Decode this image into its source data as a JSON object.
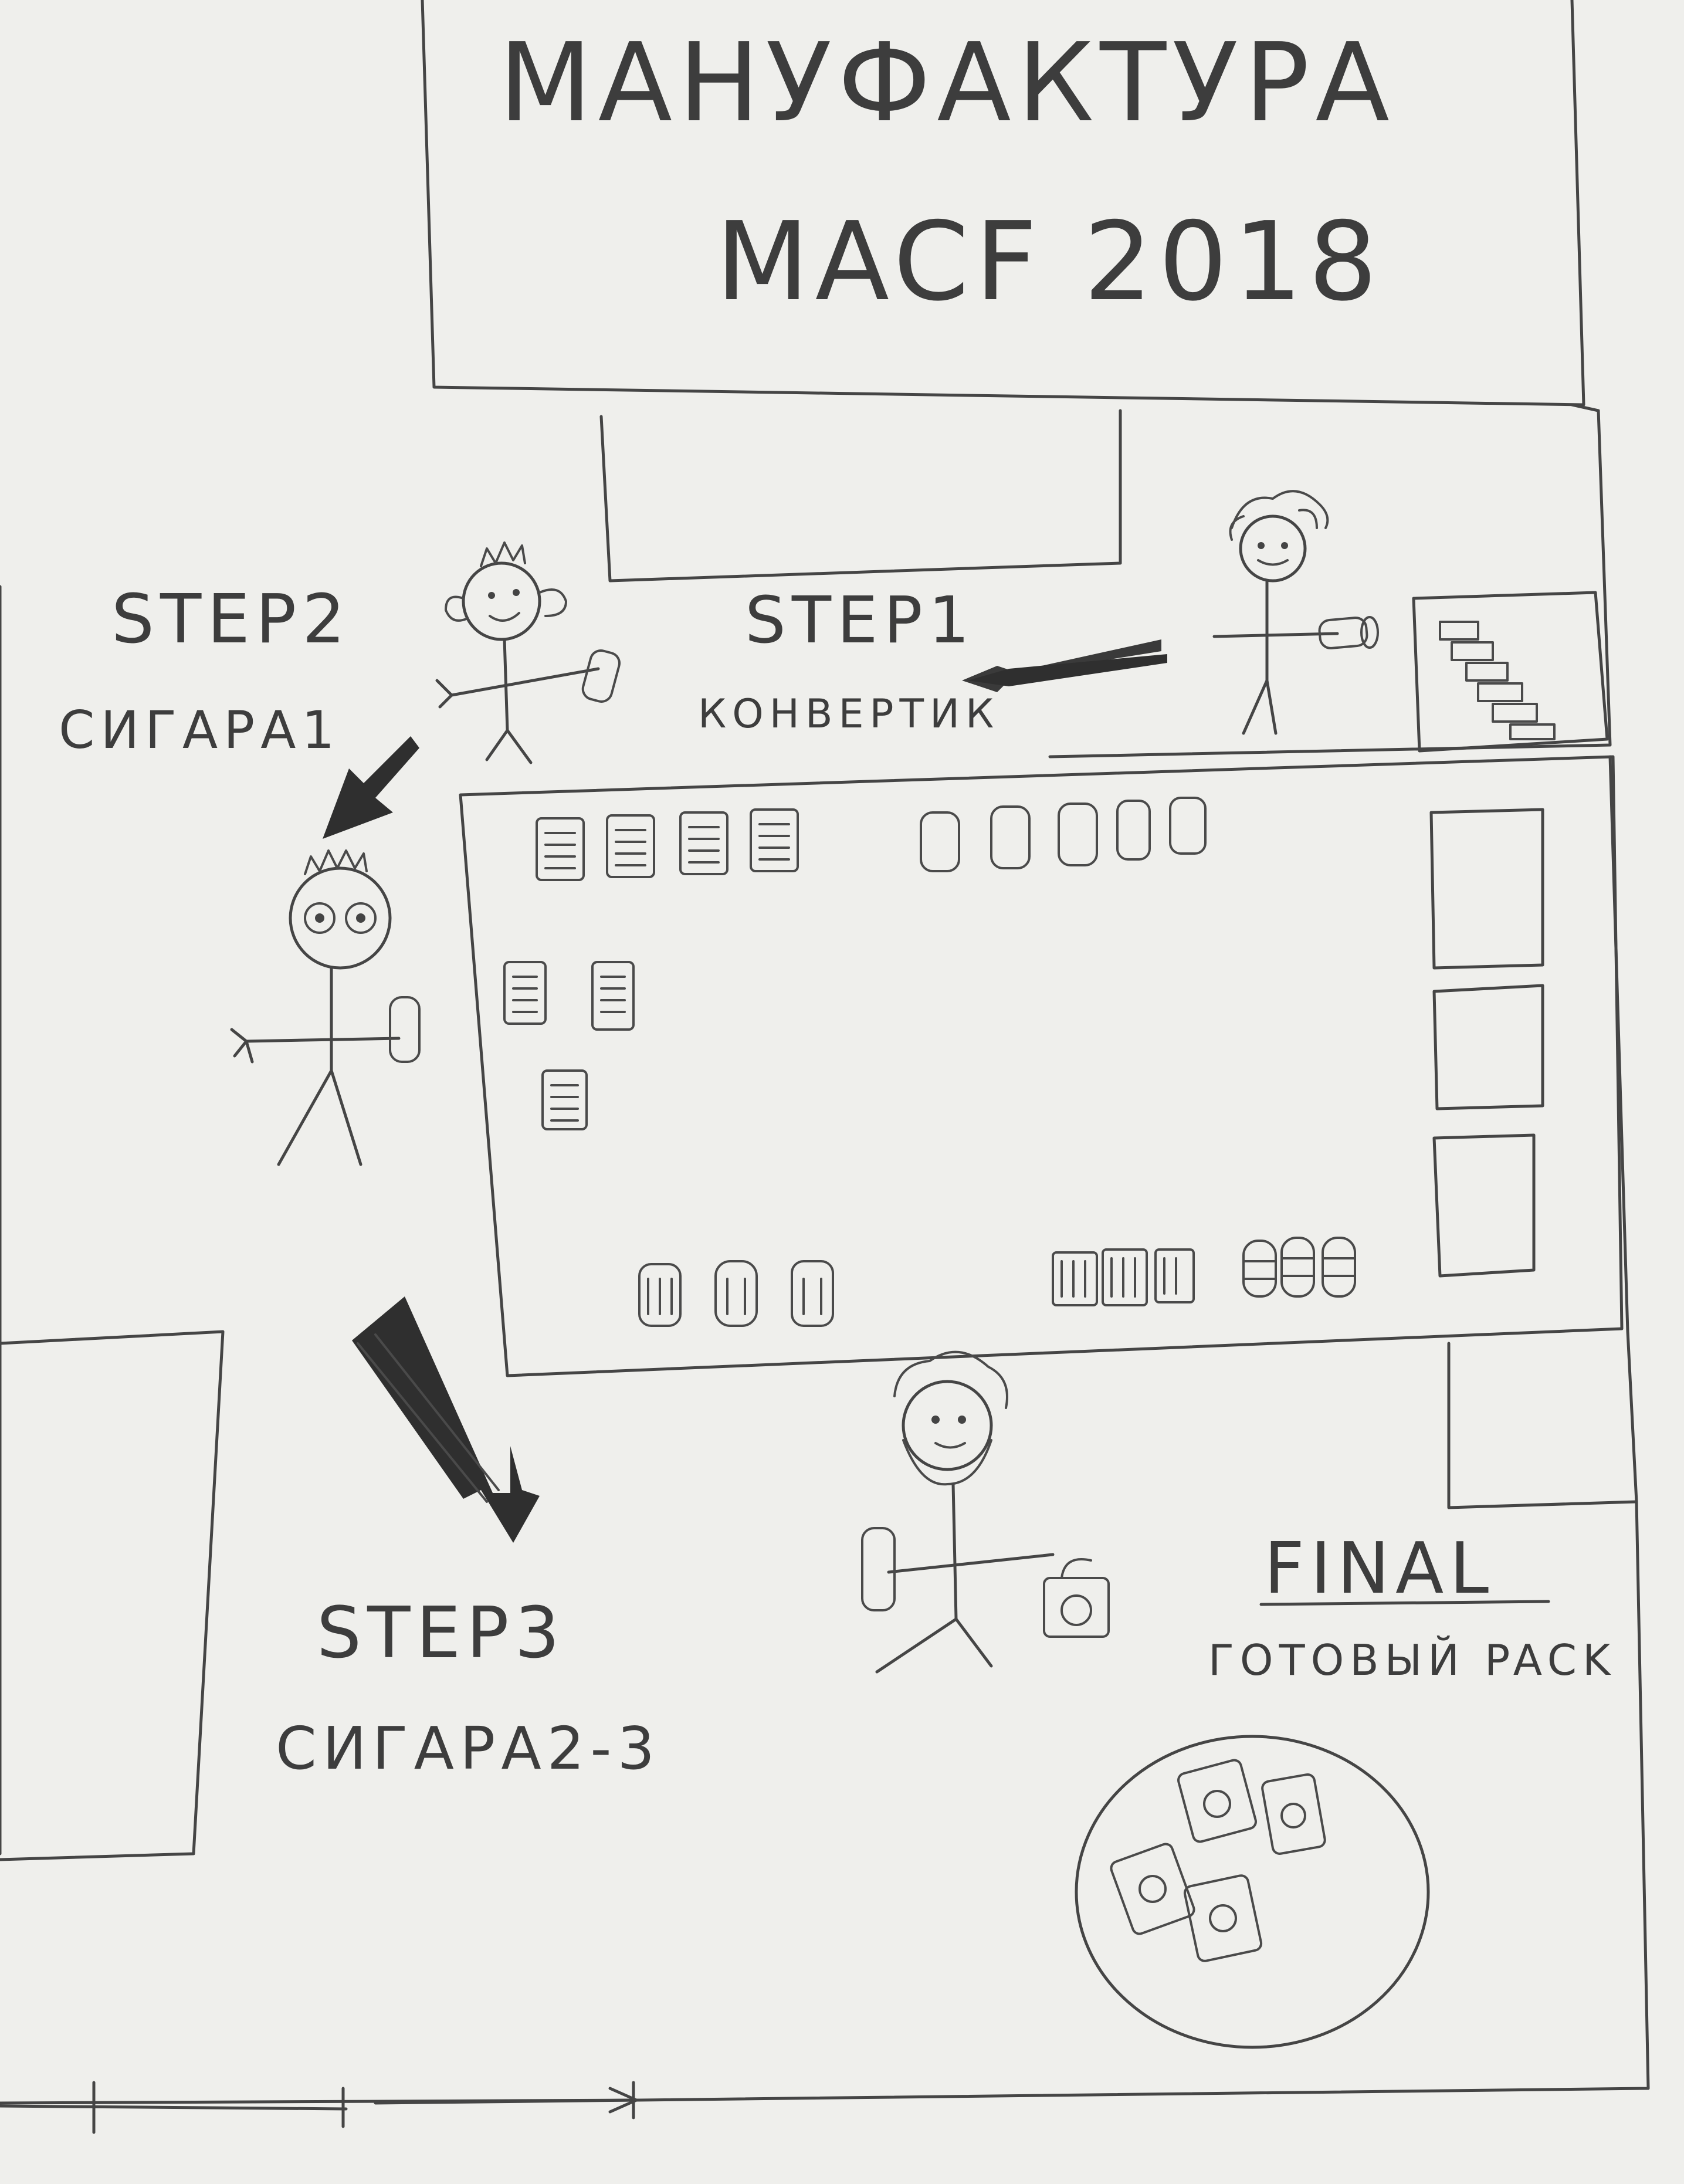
{
  "title": {
    "line1": "МАНУФАКТУРА",
    "line2": "MACF 2018"
  },
  "steps": {
    "step1": {
      "label": "STEP1",
      "caption": "КОНВЕРТИК"
    },
    "step2": {
      "label": "STEP2",
      "caption": "СИГАРА1"
    },
    "step3": {
      "label": "STEP3",
      "caption": "СИГАРА2-3"
    },
    "final": {
      "label": "FINAL",
      "caption": "ГОТОВЫЙ PACK"
    }
  },
  "colors": {
    "paper": "#efefec",
    "pencil": "#454545"
  }
}
